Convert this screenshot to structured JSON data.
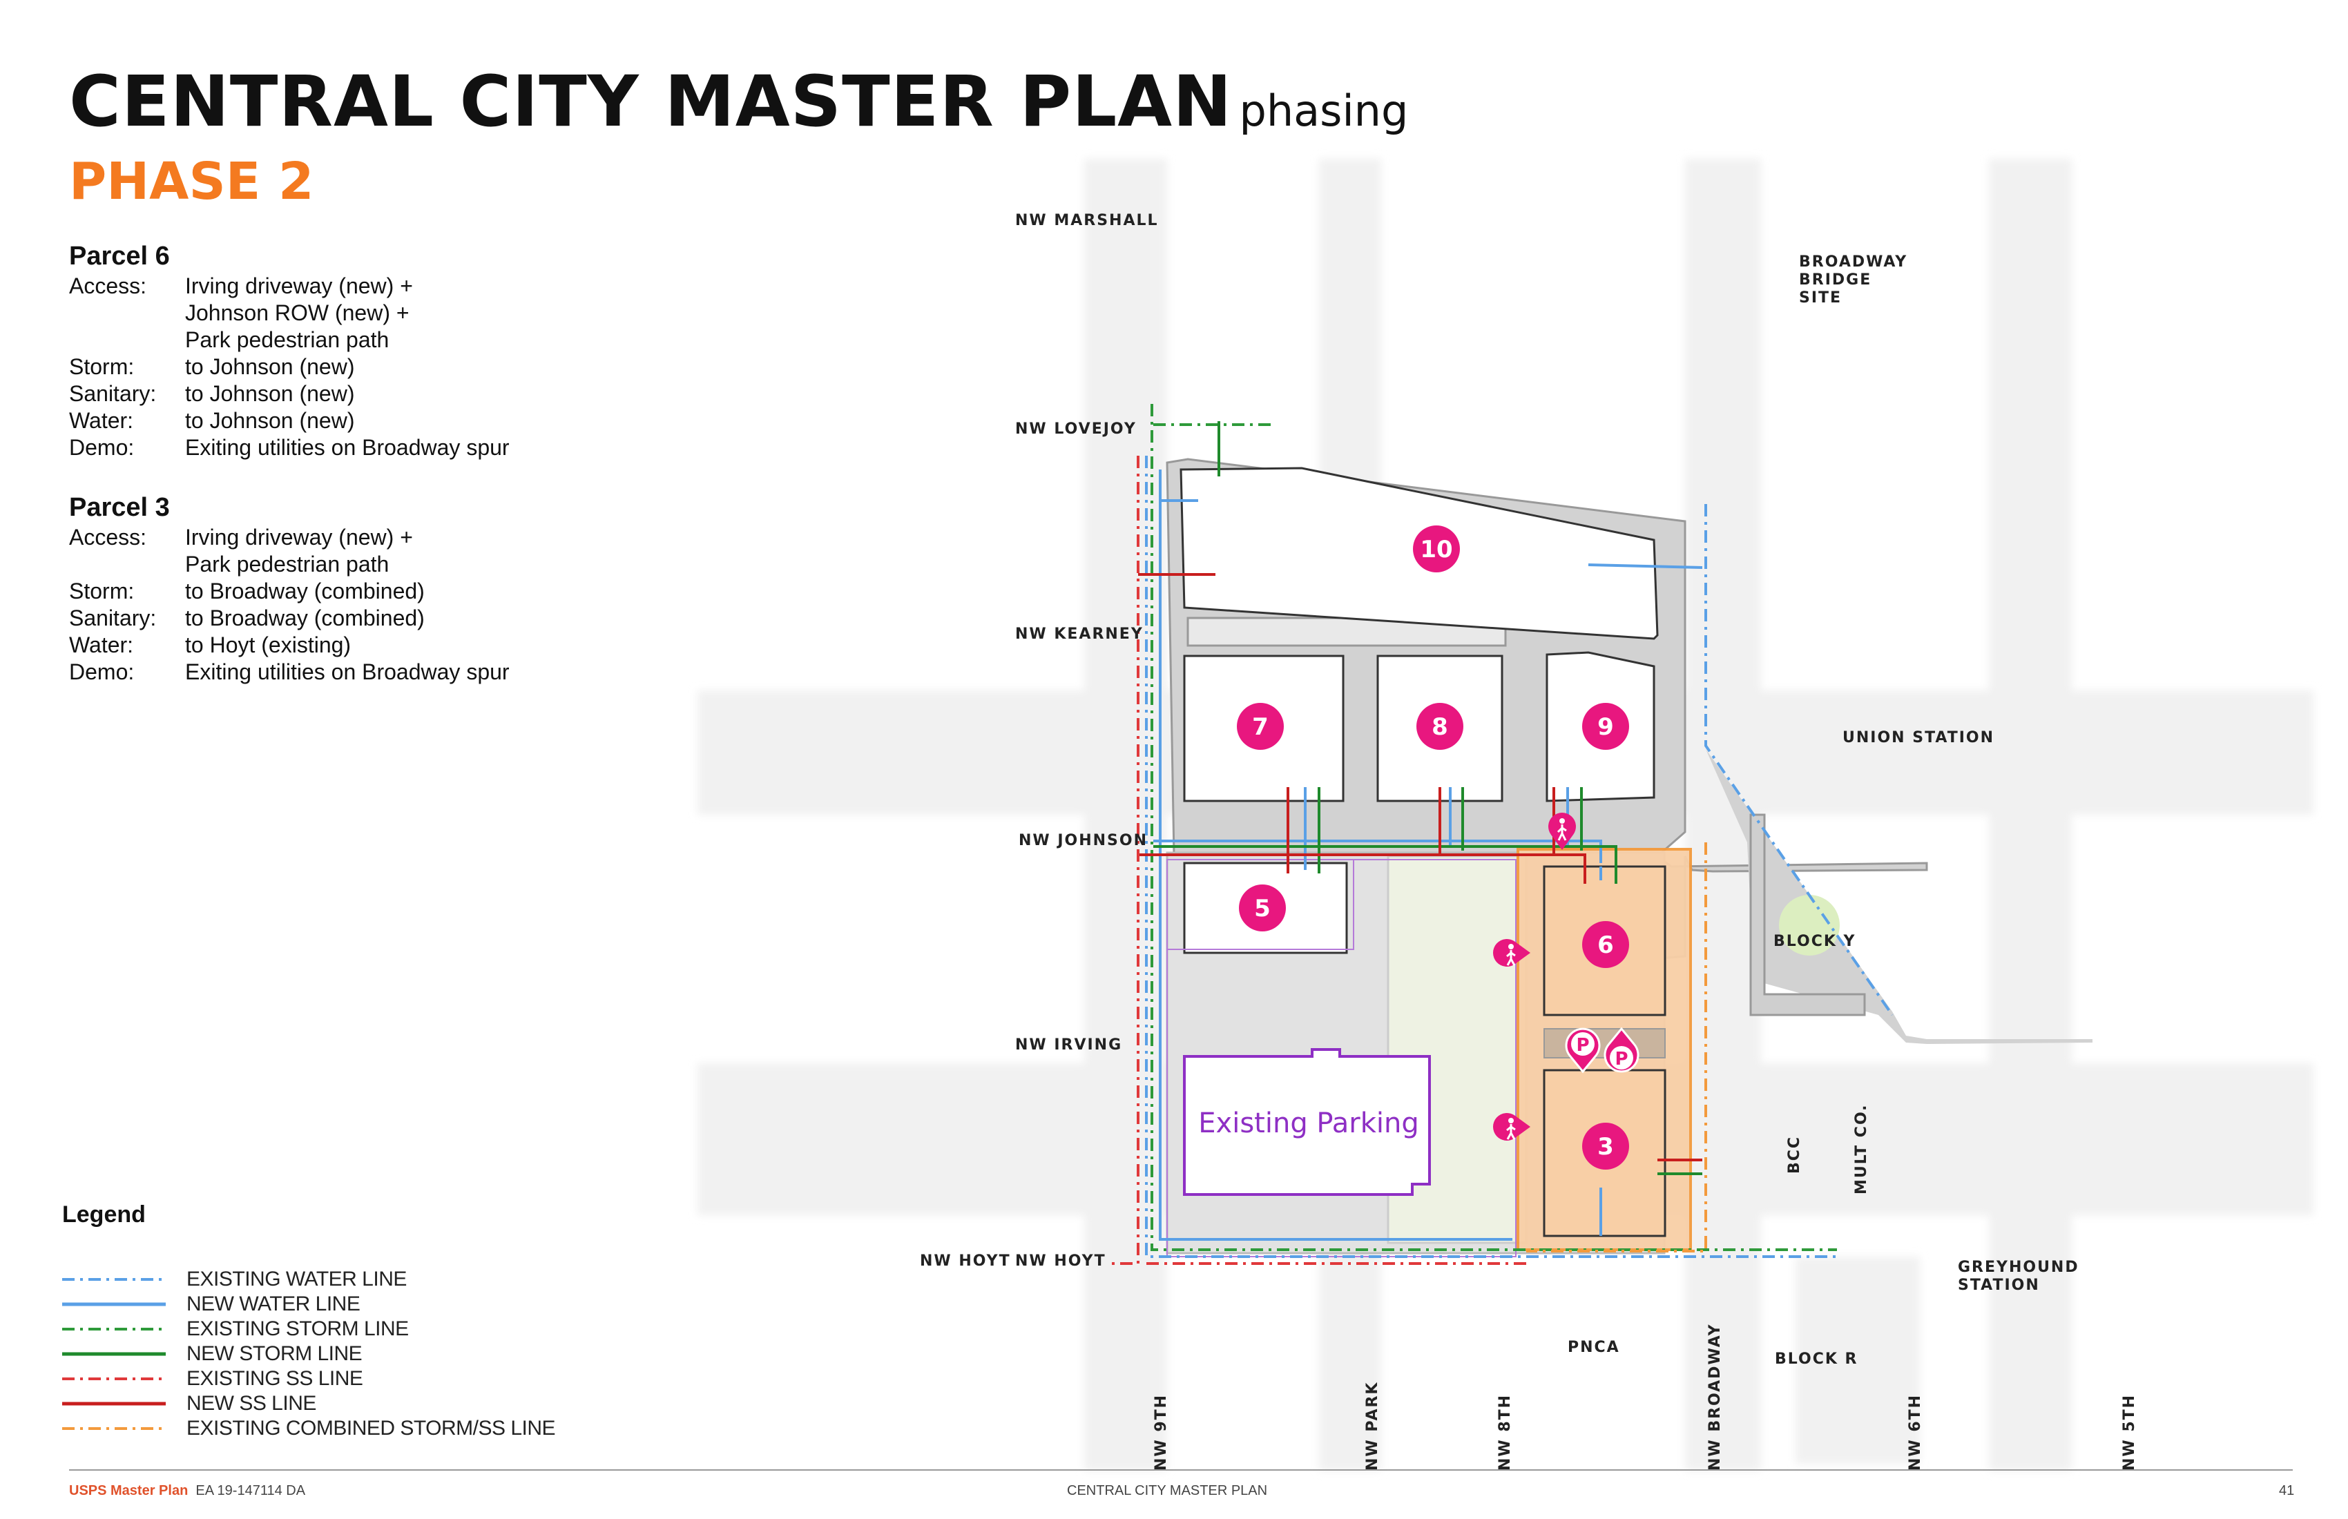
{
  "header": {
    "title": "CENTRAL CITY MASTER PLAN",
    "subtitle": "phasing",
    "phase": "PHASE 2"
  },
  "parcels": [
    {
      "name": "Parcel 6",
      "rows": [
        {
          "key": "Access:",
          "lines": [
            "Irving driveway (new) +",
            "Johnson ROW (new) +",
            "Park pedestrian path"
          ]
        },
        {
          "key": "Storm:",
          "lines": [
            "to Johnson (new)"
          ]
        },
        {
          "key": "Sanitary:",
          "lines": [
            "to Johnson (new)"
          ]
        },
        {
          "key": "Water:",
          "lines": [
            "to Johnson (new)"
          ]
        },
        {
          "key": "Demo:",
          "lines": [
            "Exiting utilities on Broadway spur"
          ]
        }
      ]
    },
    {
      "name": "Parcel 3",
      "rows": [
        {
          "key": "Access:",
          "lines": [
            "Irving driveway (new) +",
            "Park pedestrian path"
          ]
        },
        {
          "key": "Storm:",
          "lines": [
            "to Broadway (combined)"
          ]
        },
        {
          "key": "Sanitary:",
          "lines": [
            "to Broadway (combined)"
          ]
        },
        {
          "key": "Water:",
          "lines": [
            "to Hoyt (existing)"
          ]
        },
        {
          "key": "Demo:",
          "lines": [
            "Exiting utilities on Broadway spur"
          ]
        }
      ]
    }
  ],
  "legend": {
    "title": "Legend",
    "items": [
      {
        "label": "EXISTING WATER LINE",
        "color": "#5aa0e6",
        "style": "dashdot"
      },
      {
        "label": "NEW WATER LINE",
        "color": "#5aa0e6",
        "style": "solid"
      },
      {
        "label": "EXISTING STORM LINE",
        "color": "#2e9a3a",
        "style": "dashdot"
      },
      {
        "label": "NEW STORM LINE",
        "color": "#1f8a2c",
        "style": "solid"
      },
      {
        "label": "EXISTING SS LINE",
        "color": "#e0393b",
        "style": "dashdot"
      },
      {
        "label": "NEW SS LINE",
        "color": "#c81e1e",
        "style": "solid"
      },
      {
        "label": "EXISTING COMBINED STORM/SS LINE",
        "color": "#f39a3c",
        "style": "dashdot"
      }
    ]
  },
  "map": {
    "streets": {
      "marshall": "NW MARSHALL",
      "lovejoy": "NW LOVEJOY",
      "kearney": "NW KEARNEY",
      "johnson": "NW JOHNSON",
      "irving": "NW IRVING",
      "hoyt": "NW HOYT",
      "ninth": "NW 9TH",
      "park": "NW PARK",
      "eighth": "NW 8TH",
      "broadway": "NW BROADWAY",
      "sixth": "NW 6TH",
      "fifth": "NW 5TH"
    },
    "places": {
      "broadway_bridge": [
        "BROADWAY",
        "BRIDGE",
        "SITE"
      ],
      "union_station": "UNION STATION",
      "block_y": "BLOCK Y",
      "bcc": "BCC",
      "mult_co": "MULT CO.",
      "greyhound": [
        "GREYHOUND",
        "STATION"
      ],
      "pnca": "PNCA",
      "block_r": "BLOCK R",
      "existing_parking": "Existing Parking"
    },
    "parcel_numbers": {
      "p10": "10",
      "p7": "7",
      "p8": "8",
      "p9": "9",
      "p5": "5",
      "p6": "6",
      "p3": "3"
    },
    "parking_symbol": "P",
    "colors": {
      "badge": "#e8177f",
      "phase": "#f47a20",
      "parking_outline": "#8e2fc4",
      "parcel_fill": "#f8cfa6"
    }
  },
  "footer": {
    "brand": "USPS Master Plan",
    "code": "EA 19-147114 DA",
    "center": "CENTRAL CITY MASTER PLAN",
    "page": "41"
  }
}
